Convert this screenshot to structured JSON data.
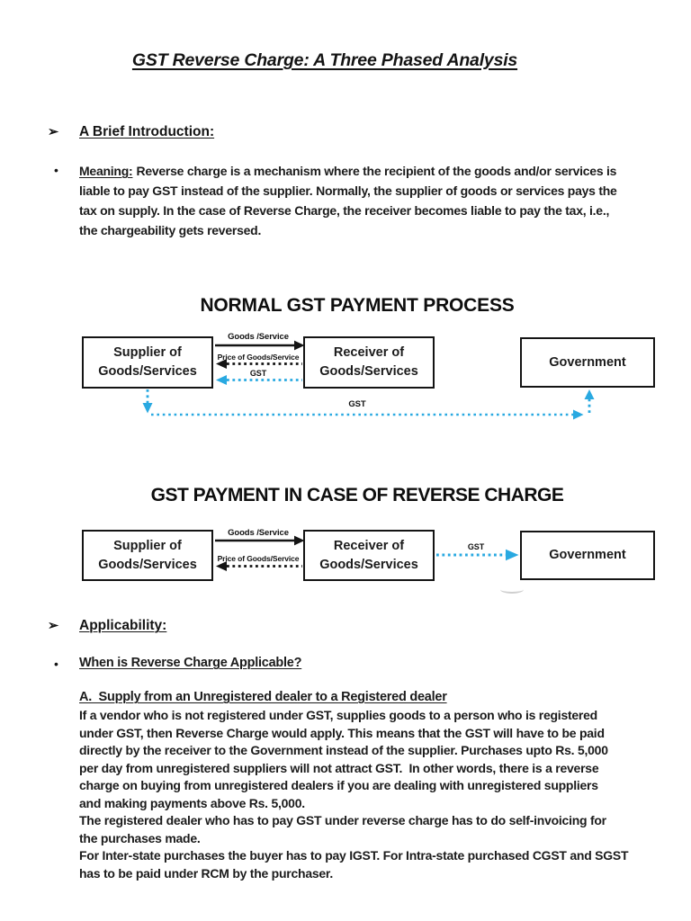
{
  "colors": {
    "arrow_blue": "#29A9E1",
    "ink": "#1b1b1b"
  },
  "icons": {
    "section_bullet": "➢",
    "item_bullet": "•"
  },
  "doc": {
    "title": "GST Reverse Charge: A Three Phased Analysis"
  },
  "intro": {
    "heading": "A Brief Introduction:",
    "meaning_label": "Meaning:",
    "meaning_text": "Reverse charge is a mechanism where the recipient of the goods and/or services is\nliable to pay GST instead of the supplier. Normally, the supplier of goods or services pays the\ntax on supply. In the case of Reverse Charge, the receiver becomes liable to pay the tax, i.e.,\nthe chargeability gets reversed."
  },
  "diagram_normal": {
    "title": "NORMAL GST PAYMENT PROCESS",
    "supplier_box": "Supplier of\nGoods/Services",
    "receiver_box": "Receiver of\nGoods/Services",
    "government_box": "Government",
    "goods_arrow_label": "Goods /Service",
    "price_arrow_label": "Price of Goods/Service",
    "gst_arrow_label": "GST",
    "gst_bottom_label": "GST"
  },
  "diagram_reverse": {
    "title": "GST PAYMENT IN CASE OF REVERSE CHARGE",
    "supplier_box": "Supplier of\nGoods/Services",
    "receiver_box": "Receiver of\nGoods/Services",
    "government_box": "Government",
    "goods_arrow_label": "Goods /Service",
    "price_arrow_label": "Price of Goods/Service",
    "gst_arrow_label": "GST"
  },
  "applicability": {
    "heading": "Applicability:",
    "question": "When is Reverse Charge Applicable?",
    "case_a_heading": "A.  Supply from an Unregistered dealer to a Registered dealer",
    "case_a_paragraphs": [
      "If a vendor who is not registered under GST, supplies goods to a person who is registered\nunder GST, then Reverse Charge would apply. This means that the GST will have to be paid\ndirectly by the receiver to the Government instead of the supplier. Purchases upto Rs. 5,000\nper day from unregistered suppliers will not attract GST.  In other words, there is a reverse\ncharge on buying from unregistered dealers if you are dealing with unregistered suppliers\nand making payments above Rs. 5,000.",
      "The registered dealer who has to pay GST under reverse charge has to do self-invoicing for\nthe purchases made.",
      "For Inter-state purchases the buyer has to pay IGST. For Intra-state purchased CGST and SGST\nhas to be paid under RCM by the purchaser."
    ]
  }
}
